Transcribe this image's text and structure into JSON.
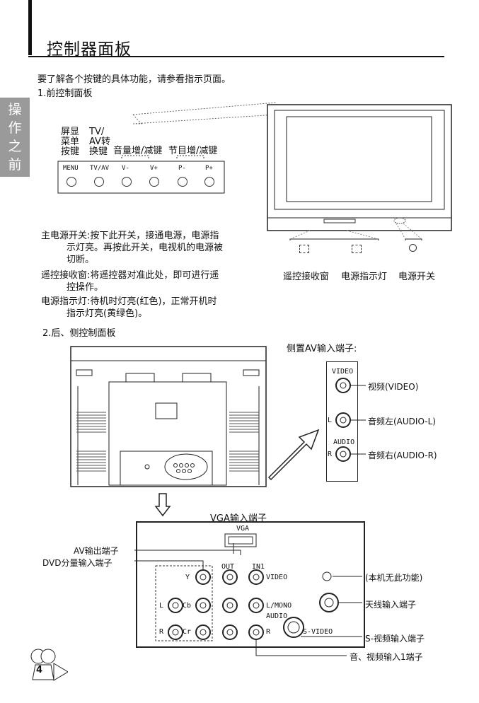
{
  "header": {
    "title": "控制器面板"
  },
  "side_tab": {
    "chars": [
      "操",
      "作",
      "之",
      "前"
    ]
  },
  "intro": {
    "line1": "要了解各个按键的具体功能，请参看指示页面。",
    "section1": "1.前控制面板"
  },
  "front_panel": {
    "labels": {
      "menu_key": [
        "屏显",
        "菜单",
        "按键"
      ],
      "tvav_key": [
        "TV/",
        "AV转",
        "换键"
      ],
      "volume": "音量增/减键",
      "program": "节目增/减键"
    },
    "buttons": [
      "MENU",
      "TV/AV",
      "V-",
      "V+",
      "P-",
      "P+"
    ]
  },
  "tv_callouts": {
    "remote": "遥控接收窗",
    "power_led": "电源指示灯",
    "power_switch": "电源开关"
  },
  "notes": [
    {
      "head": "主电源开关:",
      "line1": "按下此开关，接通电源，电源指",
      "line2": "示灯亮。再按此开关，电视机的电源被",
      "line3": "切断。"
    },
    {
      "head": "遥控接收窗:",
      "line1": "将遥控器对准此处，即可进行遥",
      "line2": "控操作。"
    },
    {
      "head": "电源指示灯:",
      "line1": "待机时灯亮(红色)，正常开机时",
      "line2": "指示灯亮(黄绿色)。"
    }
  ],
  "section2": "2.后、侧控制面板",
  "side_av": {
    "title": "侧置AV输入端子:",
    "video_label": "VIDEO",
    "audio_label": "AUDIO",
    "l": "L",
    "r": "R",
    "video_desc": "视频(VIDEO)",
    "audio_l_desc": "音频左(AUDIO-L)",
    "audio_r_desc": "音频右(AUDIO-R)"
  },
  "rear_panel": {
    "vga_title": "VGA输入端子",
    "vga": "VGA",
    "av_out": "AV输出端子",
    "dvd_in": "DVD分量输入端子",
    "out": "OUT",
    "in1": "IN1",
    "y": "Y",
    "l": "L",
    "cb": "Cb",
    "r": "R",
    "cr": "Cr",
    "video": "VIDEO",
    "l_mono": "L/MONO",
    "audio": "AUDIO",
    "r2": "R",
    "svideo": "S-VIDEO",
    "no_function": "(本机无此功能)",
    "antenna": "天线输入端子",
    "svideo_in": "S-视频输入端子",
    "av_in1": "音、视频输入1端子"
  },
  "page_number": "4"
}
